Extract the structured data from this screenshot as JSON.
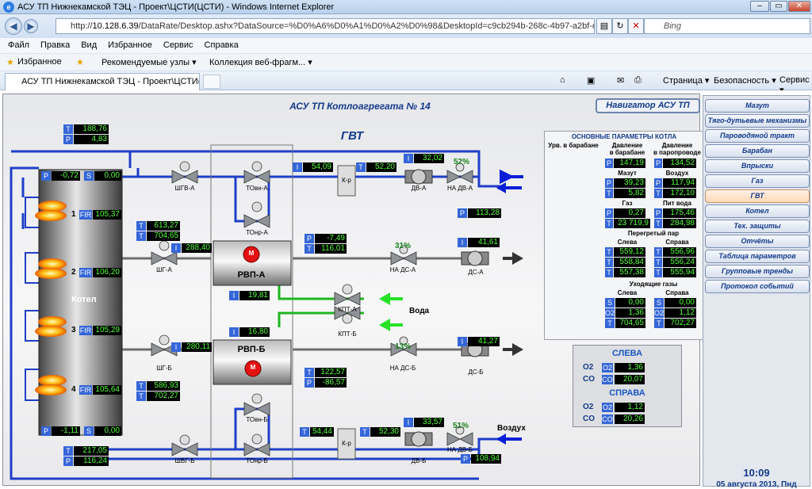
{
  "browser": {
    "title": "АСУ ТП Нижнекамской ТЭЦ - Проект\\ЦСТИ(ЦСТИ) - Windows Internet Explorer",
    "url_prefix": "http://",
    "url_host": "10.128.6.39",
    "url_path": "/DataRate/Desktop.ashx?DataSource=%D0%A6%D0%A1%D0%A2%D0%98&DesktopId=c9cb294b-268c-4b97-a2bf-dcd924849058",
    "search_placeholder": "Bing",
    "menu": [
      "Файл",
      "Правка",
      "Вид",
      "Избранное",
      "Сервис",
      "Справка"
    ],
    "favorites_label": "Избранное",
    "fav_links": [
      "Рекомендуемые узлы ▾",
      "Коллекция веб-фрагм... ▾"
    ],
    "tab_title": "АСУ ТП Нижнекамской ТЭЦ - Проект\\ЦСТИ(Ц...",
    "toolbar": [
      "Страница ▾",
      "Безопасность ▾",
      "Сервис ▾"
    ]
  },
  "scada": {
    "title": "АСУ ТП Котлоагрегата № 14",
    "navigator_title": "Навигатор АСУ ТП",
    "section": "ГВТ",
    "boiler_label": "Котел",
    "water_label": "Вода",
    "air_label": "Воздух",
    "kr_label": "К-р",
    "motor_label": "M",
    "boiler": {
      "p": "-0,72",
      "s": "0,00",
      "p_bottom": "-1,11",
      "s_bottom": "0,00"
    },
    "burners": [
      {
        "num": "1",
        "fir": "105,37"
      },
      {
        "num": "2",
        "fir": "106,20"
      },
      {
        "num": "3",
        "fir": "105,29"
      },
      {
        "num": "4",
        "fir": "105,64"
      }
    ],
    "values": {
      "top_t": "188,76",
      "top_p": "4,83",
      "bot_t": "217,05",
      "bot_p": "116,24",
      "rvpa_t1": "613,27",
      "rvpa_t2": "704,65",
      "rvpa_i": "288,40",
      "rvpa_bot": "19,81",
      "rvpb_top": "16,80",
      "rvpb_i": "280,11",
      "rvpb_t1": "586,93",
      "rvpb_t2": "702,27",
      "top_i1": "54,09",
      "top_i2": "52,20",
      "dva_i": "32,02",
      "dva_pct": "52%",
      "dva_p": "113,28",
      "dsa_p": "-7,49",
      "dsa_t": "116,01",
      "dsa_pct": "31%",
      "dsa_i": "41,61",
      "dsb_i": "41,27",
      "dsb_pct": "13%",
      "dsb_t": "122,57",
      "dsb_p": "-86,57",
      "dvb_i": "33,57",
      "dvb_pct": "51%",
      "bot_i1": "54,44",
      "bot_i2": "52,30",
      "dvb_p": "108,94"
    },
    "tags": {
      "shgv_a": "ШГВ-А",
      "tovn_a": "ТОвн-А",
      "tonr_a": "ТОнр-А",
      "dv_a": "ДВ-А",
      "na_dv_a": "НА ДВ-А",
      "shg_a": "ШГ-А",
      "rvp_a": "РВП-А",
      "na_ds_a": "НА ДС-А",
      "ds_a": "ДС-А",
      "kpt_a": "КПТ-А",
      "kpt_b": "КПТ-Б",
      "shg_b": "ШГ-Б",
      "rvp_b": "РВП-Б",
      "na_ds_b": "НА ДС-Б",
      "ds_b": "ДС-Б",
      "shgv_b": "ШВГ-Б",
      "tovn_b": "ТОвн-Б",
      "tonr_b": "ТОнр-Б",
      "dv_b": "ДВ-Б",
      "na_dv_b": "НА ДВ-Б"
    },
    "params": {
      "title": "ОСНОВНЫЕ ПАРАМЕТРЫ КОТЛА",
      "drum_level": "Урв. в барабане",
      "p_drum": "Давление\nв барабане",
      "p_steam": "Давление\nв паропроводе",
      "p_drum_val": "147,19",
      "p_steam_val": "134,52",
      "mazut": "Мазут",
      "vozduh": "Воздух",
      "mazut_p": "39,23",
      "mazut_t": "5,82",
      "vozduh_p": "117,94",
      "vozduh_t": "172,10",
      "gaz": "Газ",
      "pit": "Пит вода",
      "gaz_p": "0,27",
      "gaz_t": "23 719,9",
      "pit_p": "175,46",
      "pit_t": "284,98",
      "superheated": "Перегретый пар",
      "left": "Слева",
      "right": "Справа",
      "sh_left": [
        "559,12",
        "558,84",
        "557,38"
      ],
      "sh_right": [
        "556,96",
        "556,24",
        "555,94"
      ],
      "flue": "Уходящие газы",
      "fl_left": [
        "0,00",
        "1,36",
        "704,65"
      ],
      "fl_right": [
        "0,00",
        "1,12",
        "702,27"
      ],
      "fl_labels": [
        "S",
        "O2",
        "T"
      ],
      "scale": [
        "+315",
        "+285",
        "+255",
        "+225",
        "+195",
        "+165",
        "+135",
        "+105",
        "+75",
        "+45",
        "+15",
        "-15",
        "-45",
        "-75",
        "-105",
        "-135",
        "-165",
        "-195",
        "-225",
        "-255",
        "-285",
        "-315"
      ],
      "level_fraction": [
        0.0,
        0.41,
        0.41
      ]
    },
    "gas": {
      "left": "СЛЕВА",
      "right": "СПРАВА",
      "o2": "O2",
      "co": "CO",
      "left_o2": "1,36",
      "left_co": "20,07",
      "right_o2": "1,12",
      "right_co": "20,26"
    },
    "nav": [
      "Мазут",
      "Тяго-дутьевые механизмы",
      "Пароводяной тракт",
      "Барабан",
      "Впрыски",
      "Газ",
      "ГВТ",
      "Котел",
      "Тех. защиты",
      "Отчёты",
      "Таблица параметров",
      "Групповые тренды",
      "Протокол событий"
    ],
    "nav_active": "ГВТ",
    "time": "10:09",
    "date": "05 августа 2013, Пнд"
  },
  "colors": {
    "value_text": "#53ff3a",
    "label_bg": "#3566d8",
    "pipe": "#1e3fc9",
    "title": "#123a8a",
    "arrow_blue": "#0a1fd8",
    "arrow_green": "#27e227"
  }
}
